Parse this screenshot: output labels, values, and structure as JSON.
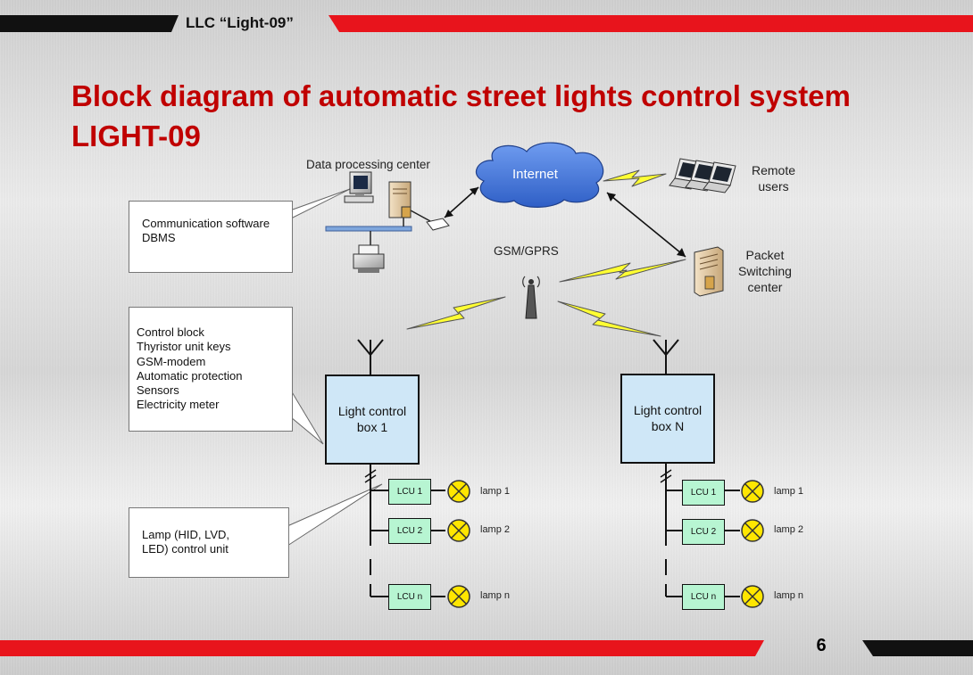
{
  "header": {
    "company": "LLC “Light-09”"
  },
  "title": "Block diagram of automatic street lights control system LIGHT-09",
  "page_number": "6",
  "nodes": {
    "data_center": "Data processing center",
    "internet": "Internet",
    "remote_users": "Remote\nusers",
    "gsm": "GSM/GPRS",
    "packet_switching": "Packet\nSwitching\ncenter",
    "box1": "Light control\nbox 1",
    "boxN": "Light control\nbox N"
  },
  "callouts": {
    "software": "Communication software\nDBMS",
    "control_block": "Control block\nThyristor unit keys\nGSM-modem\nAutomatic protection\nSensors\nElectricity meter",
    "lamp_unit": "Lamp (HID, LVD,\nLED) control unit"
  },
  "branches": [
    {
      "lcu": [
        "LCU 1",
        "LCU 2",
        "LCU n"
      ],
      "lamps": [
        "lamp 1",
        "lamp 2",
        "lamp n"
      ]
    },
    {
      "lcu": [
        "LCU 1",
        "LCU 2",
        "LCU n"
      ],
      "lamps": [
        "lamp 1",
        "lamp 2",
        "lamp n"
      ]
    }
  ],
  "colors": {
    "title": "#c00000",
    "band_red": "#e8141c",
    "band_black": "#111111",
    "cloud": "#3f74d8",
    "box_fill": "#cfe7f7",
    "lcu_fill": "#b7f5d2",
    "lamp_fill": "#ffe600",
    "lightning": "#ffff33"
  },
  "icons": [
    "computer-icon",
    "server-icon",
    "printer-icon",
    "router-icon",
    "laptop-icon",
    "antenna-icon",
    "lamp-icon",
    "lightning-icon"
  ]
}
